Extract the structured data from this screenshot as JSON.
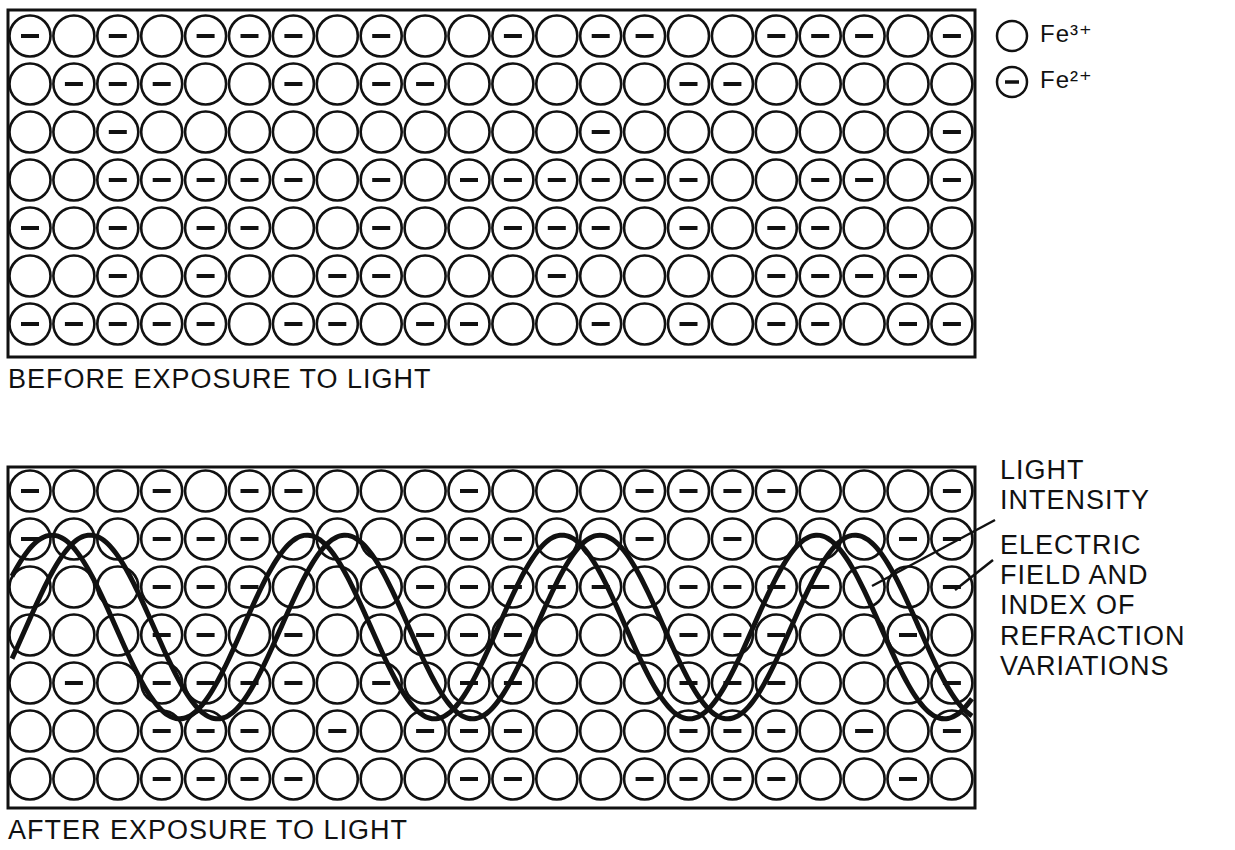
{
  "diagram": {
    "labels": [
      "BEFORE EXPOSURE TO LIGHT",
      "AFTER EXPOSURE TO LIGHT",
      "LIGHT INTENSITY",
      "ELECTRIC FIELD AND INDEX OF REFRACTION VARIATIONS"
    ],
    "legend": [
      {
        "text": "Fe³⁺"
      },
      {
        "text": "Fe²⁺"
      }
    ]
  }
}
